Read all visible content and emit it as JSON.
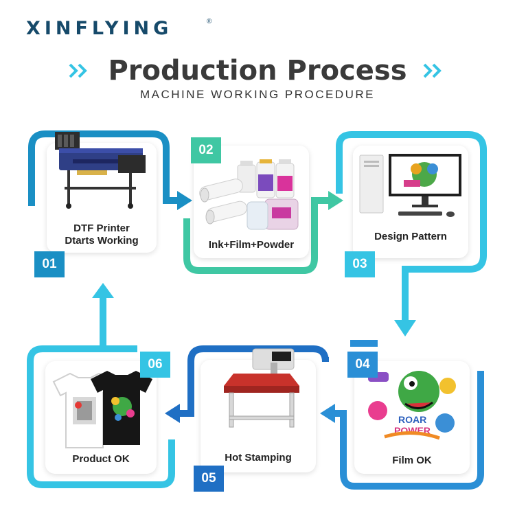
{
  "brand": "XINFLYING",
  "brand_mark": "®",
  "title": "Production Process",
  "subtitle": "MACHINE WORKING PROCEDURE",
  "steps": [
    {
      "number": "01",
      "label_line1": "DTF Printer",
      "label_line2": "Dtarts Working",
      "badge_color": "#1a8fc4"
    },
    {
      "number": "02",
      "label": "Ink+Film+Powder",
      "badge_color": "#3fc7a3"
    },
    {
      "number": "03",
      "label": "Design Pattern",
      "badge_color": "#35c4e4"
    },
    {
      "number": "04",
      "label": "Film OK",
      "badge_color": "#2a8fd6"
    },
    {
      "number": "05",
      "label": "Hot Stamping",
      "badge_color": "#1f6fc4"
    },
    {
      "number": "06",
      "label": "Product OK",
      "badge_color": "#35c4e4"
    }
  ],
  "artwork_text": {
    "roar_line1": "ROAR",
    "roar_line2": "POWER"
  },
  "colors": {
    "navy": "#164a6a",
    "teal": "#3fc7a3",
    "cyan": "#35c4e4",
    "blue": "#1f6fc4",
    "sky": "#2a8fd6"
  }
}
